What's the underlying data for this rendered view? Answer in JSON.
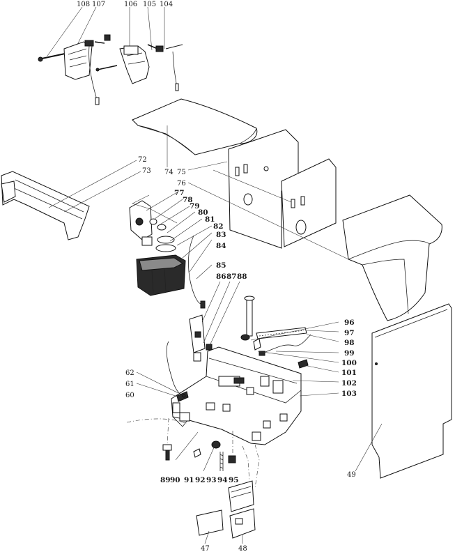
{
  "diagram": {
    "labels": {
      "l108": "108",
      "l107": "107",
      "l106": "106",
      "l105": "105",
      "l104": "104",
      "l72": "72",
      "l73": "73",
      "l74": "74",
      "l75": "75",
      "l76": "76",
      "l77": "77",
      "l78": "78",
      "l79": "79",
      "l80": "80",
      "l81": "81",
      "l82": "82",
      "l83": "83",
      "l84": "84",
      "l85": "85",
      "l86": "86",
      "l87": "87",
      "l88": "88",
      "l96": "96",
      "l97": "97",
      "l98": "98",
      "l99": "99",
      "l100": "100",
      "l101": "101",
      "l102": "102",
      "l103": "103",
      "l62": "62",
      "l61": "61",
      "l60": "60",
      "l49": "49",
      "l89": "89",
      "l90": "90",
      "l91": "91",
      "l92": "92",
      "l93": "93",
      "l94": "94",
      "l95": "95",
      "l47": "47",
      "l48": "48"
    }
  }
}
